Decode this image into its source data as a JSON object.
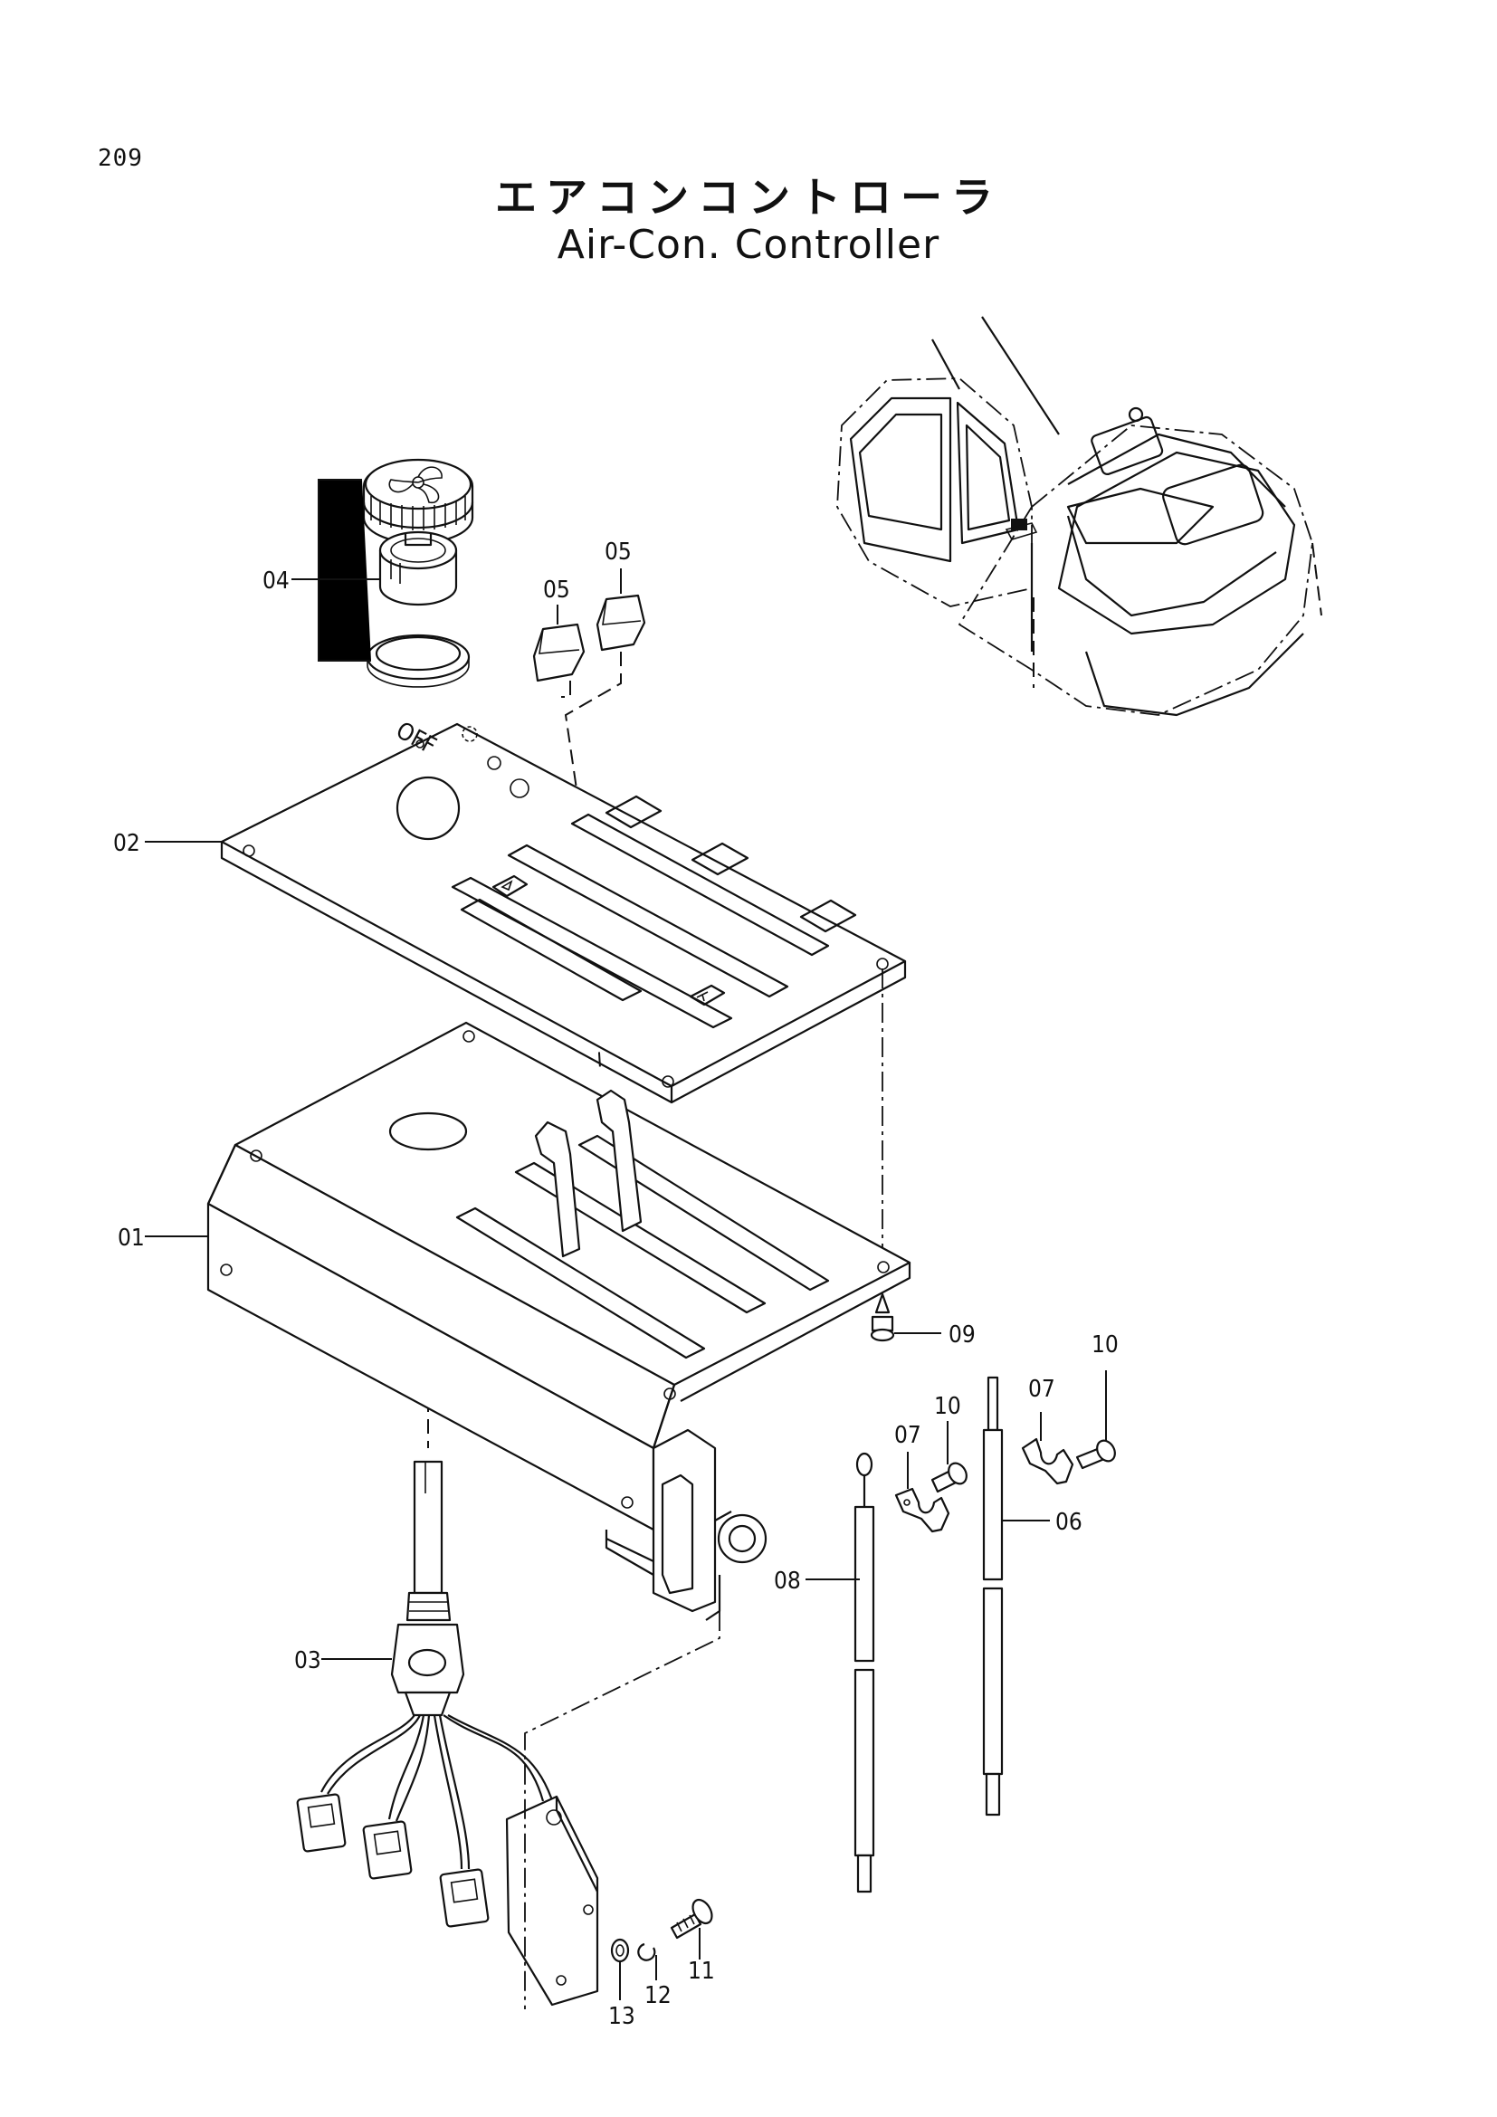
{
  "page": {
    "number": "209",
    "title_jp": "エアコンコントローラ",
    "title_en": "Air-Con. Controller"
  },
  "callouts": {
    "p01": "01",
    "p02": "02",
    "p03": "03",
    "p04": "04",
    "p05a": "05",
    "p05b": "05",
    "p06": "06",
    "p07a": "07",
    "p07b": "07",
    "p08": "08",
    "p09": "09",
    "p10a": "10",
    "p10b": "10",
    "p11": "11",
    "p12": "12",
    "p13": "13"
  },
  "panel_markings": {
    "off": "OFF"
  }
}
